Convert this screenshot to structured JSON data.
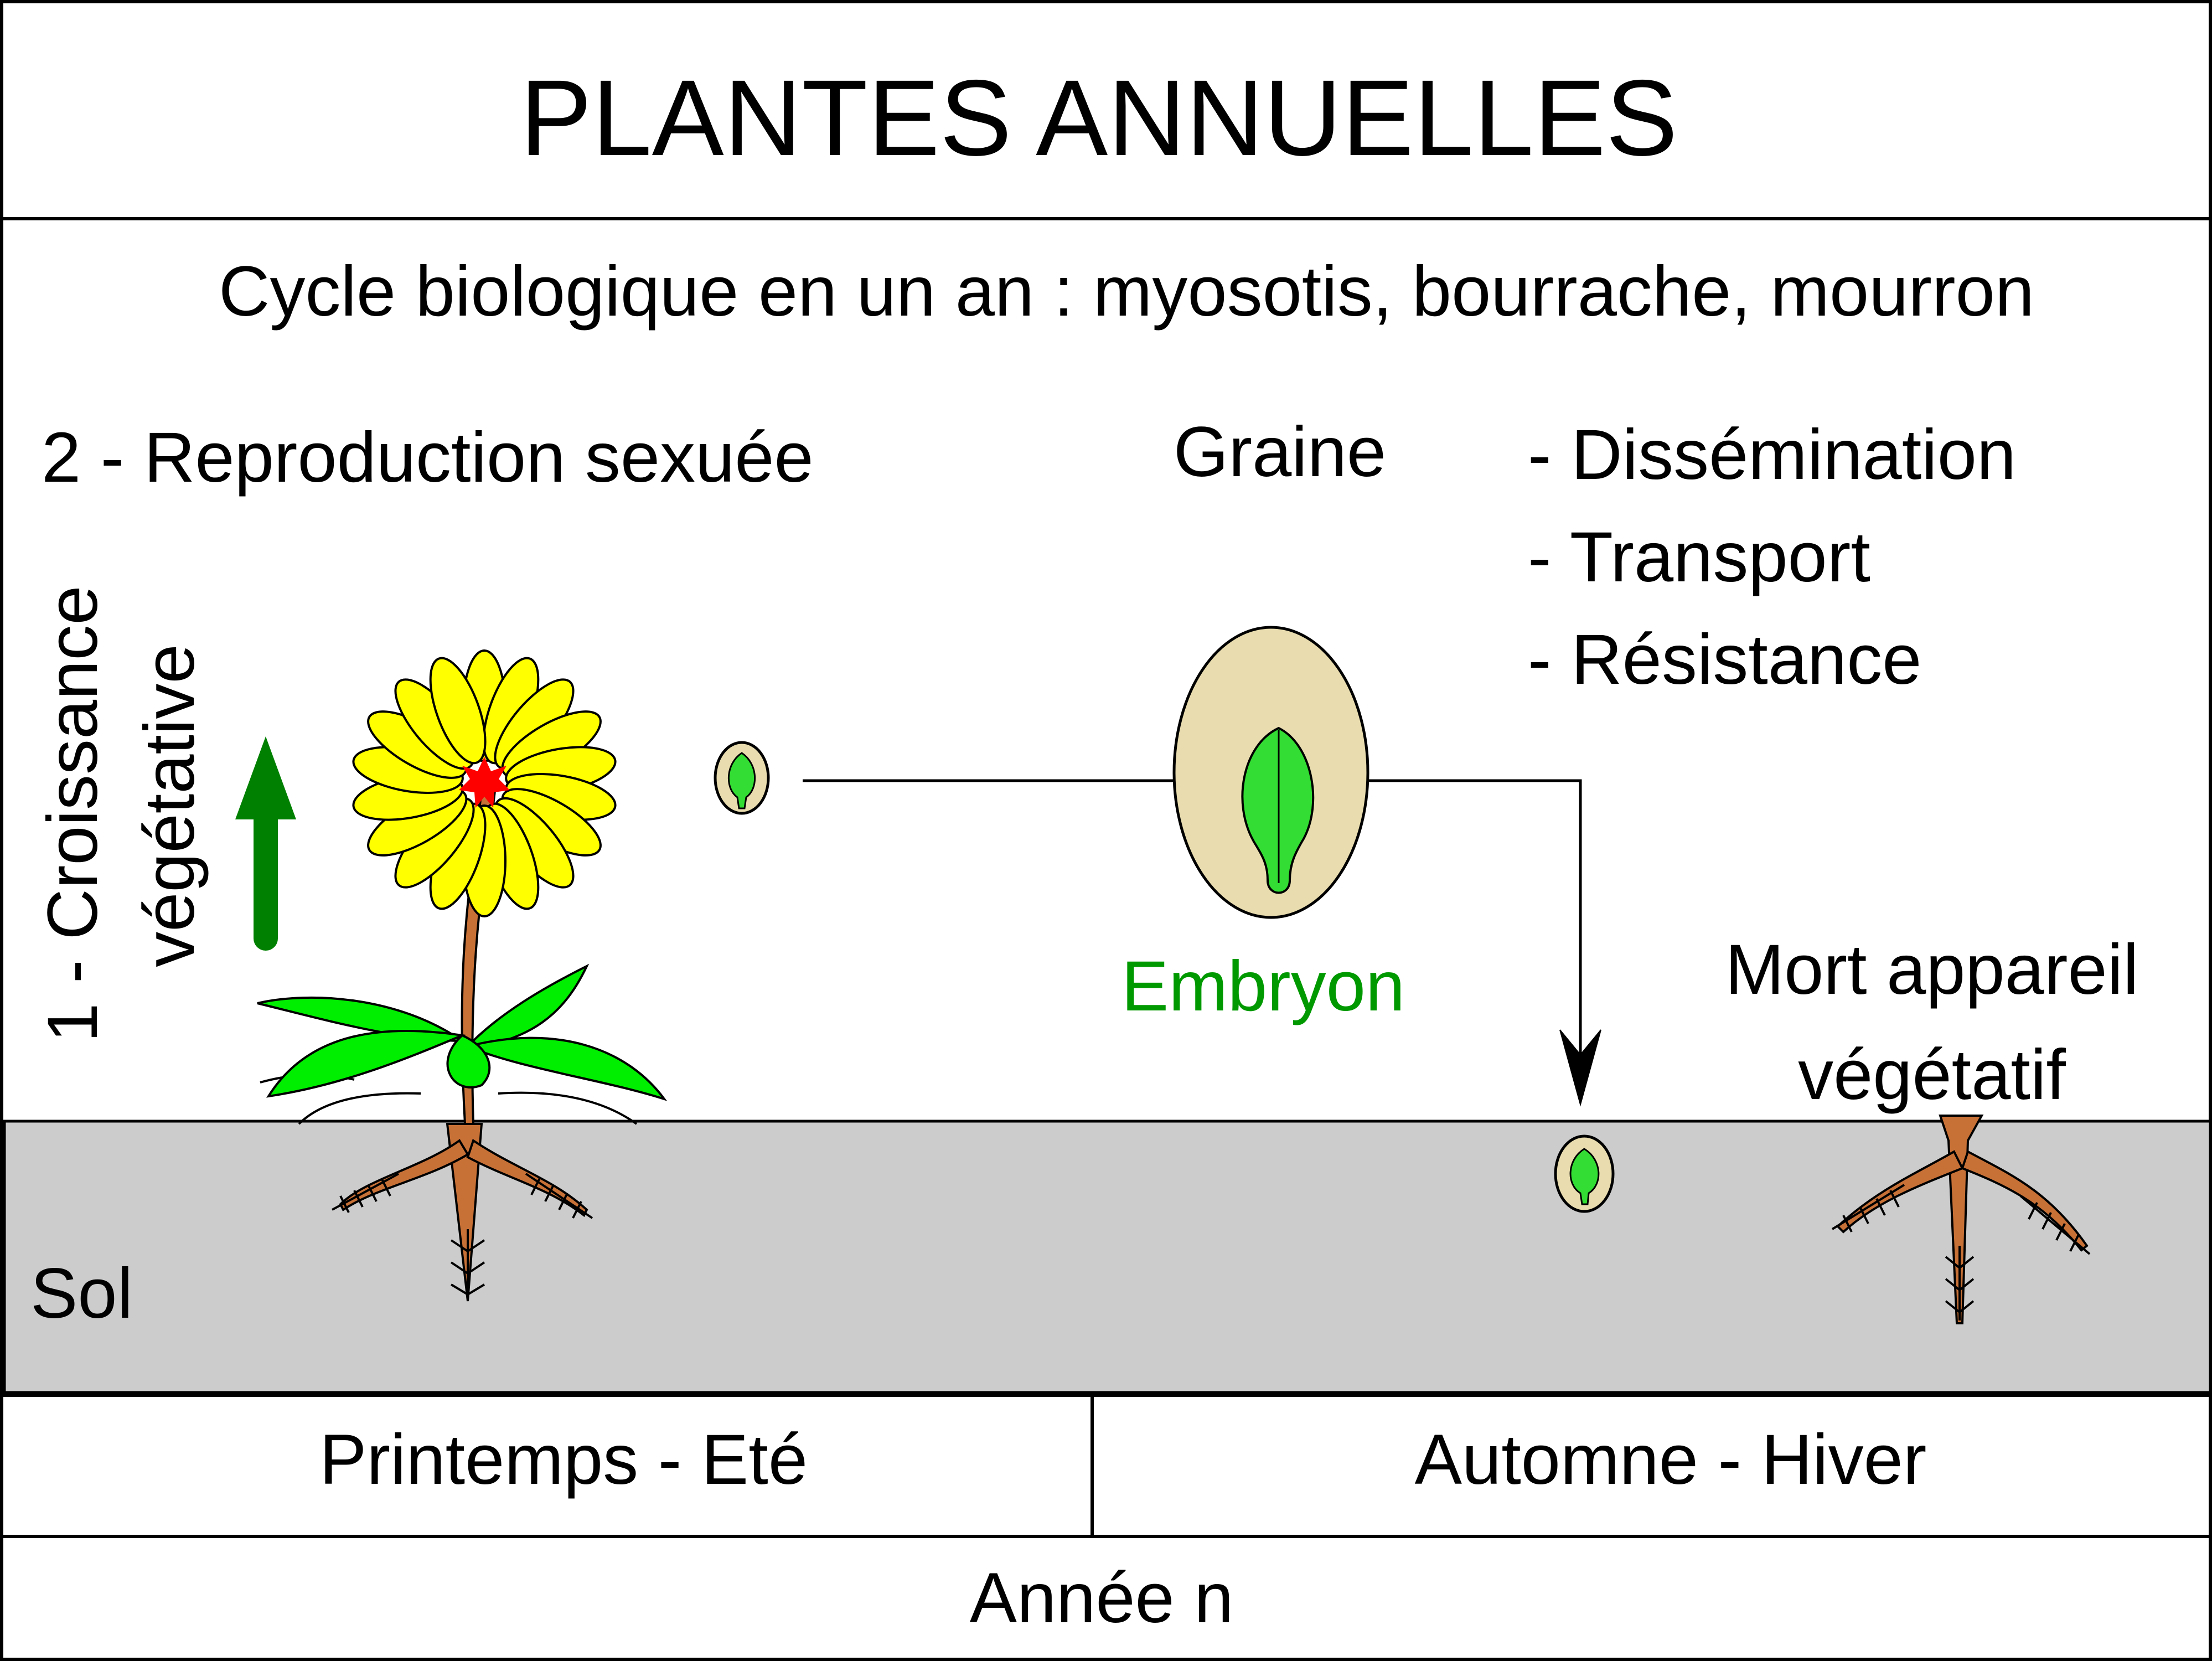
{
  "title": "PLANTES ANNUELLES",
  "subtitle": "Cycle biologique en un an : myosotis, bourrache, mourron",
  "labels": {
    "reproduction": "2 - Reproduction sexuée",
    "croissance_line1": "1 - Croissance",
    "croissance_line2": "végétative",
    "graine": "Graine",
    "embryon": "Embryon",
    "dissemination": "- Dissémination",
    "transport": "- Transport",
    "resistance": "- Résistance",
    "mort_line1": "Mort appareil",
    "mort_line2": "végétatif",
    "sol": "Sol"
  },
  "seasons": {
    "left": "Printemps - Eté",
    "right": "Automne - Hiver"
  },
  "year": "Année n",
  "colors": {
    "soil": "#cccccc",
    "petal": "#ffff00",
    "flower_center": "#ff0000",
    "leaf": "#00ee00",
    "stem": "#c87137",
    "seed_coat": "#e9ddaf",
    "embryo": "#33dd33",
    "arrow_growth": "#008000",
    "embryon_text": "#009900"
  }
}
